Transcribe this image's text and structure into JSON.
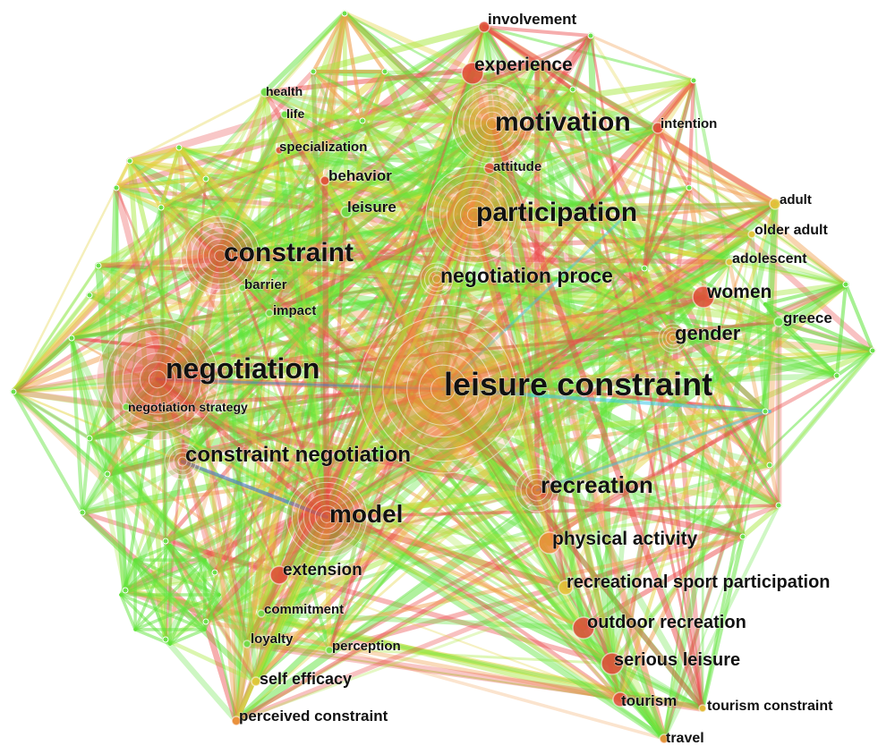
{
  "keywords": [
    {
      "id": "involvement",
      "label": "involvement"
    },
    {
      "id": "experience",
      "label": "experience"
    },
    {
      "id": "health",
      "label": "health"
    },
    {
      "id": "life",
      "label": "life"
    },
    {
      "id": "motivation",
      "label": "motivation"
    },
    {
      "id": "intention",
      "label": "intention"
    },
    {
      "id": "specialization",
      "label": "specialization"
    },
    {
      "id": "attitude",
      "label": "attitude"
    },
    {
      "id": "behavior",
      "label": "behavior"
    },
    {
      "id": "adult",
      "label": "adult"
    },
    {
      "id": "leisure",
      "label": "leisure"
    },
    {
      "id": "participation",
      "label": "participation"
    },
    {
      "id": "older-adult",
      "label": "older adult"
    },
    {
      "id": "constraint",
      "label": "constraint"
    },
    {
      "id": "adolescent",
      "label": "adolescent"
    },
    {
      "id": "negotiation-proce",
      "label": "negotiation proce"
    },
    {
      "id": "barrier",
      "label": "barrier"
    },
    {
      "id": "women",
      "label": "women"
    },
    {
      "id": "impact",
      "label": "impact"
    },
    {
      "id": "greece",
      "label": "greece"
    },
    {
      "id": "gender",
      "label": "gender"
    },
    {
      "id": "negotiation",
      "label": "negotiation"
    },
    {
      "id": "leisure-constraint",
      "label": "leisure constraint"
    },
    {
      "id": "negotiation-strategy",
      "label": "negotiation strategy"
    },
    {
      "id": "constraint-negotiation",
      "label": "constraint negotiation"
    },
    {
      "id": "recreation",
      "label": "recreation"
    },
    {
      "id": "model",
      "label": "model"
    },
    {
      "id": "physical-activity",
      "label": "physical activity"
    },
    {
      "id": "extension",
      "label": "extension"
    },
    {
      "id": "recreational-sport-participation",
      "label": "recreational sport participation"
    },
    {
      "id": "commitment",
      "label": "commitment"
    },
    {
      "id": "outdoor-recreation",
      "label": "outdoor recreation"
    },
    {
      "id": "loyalty",
      "label": "loyalty"
    },
    {
      "id": "perception",
      "label": "perception"
    },
    {
      "id": "serious-leisure",
      "label": "serious leisure"
    },
    {
      "id": "self-efficacy",
      "label": "self efficacy"
    },
    {
      "id": "tourism",
      "label": "tourism"
    },
    {
      "id": "tourism-constraint",
      "label": "tourism constraint"
    },
    {
      "id": "perceived-constraint",
      "label": "perceived constraint"
    },
    {
      "id": "travel",
      "label": "travel"
    }
  ],
  "colors": {
    "link_green": "#5fe33a",
    "link_lime": "#a6e83a",
    "link_yellow": "#e3d23a",
    "link_orange": "#f0a050",
    "link_red": "#ea4a4a",
    "link_cyan": "#39c8e8",
    "link_blue": "#2f6de0",
    "node_red": "#e24a3a",
    "node_orange": "#f08a3a",
    "node_yellow": "#e8c43a",
    "node_green": "#6ae04a",
    "label": "#111111"
  }
}
